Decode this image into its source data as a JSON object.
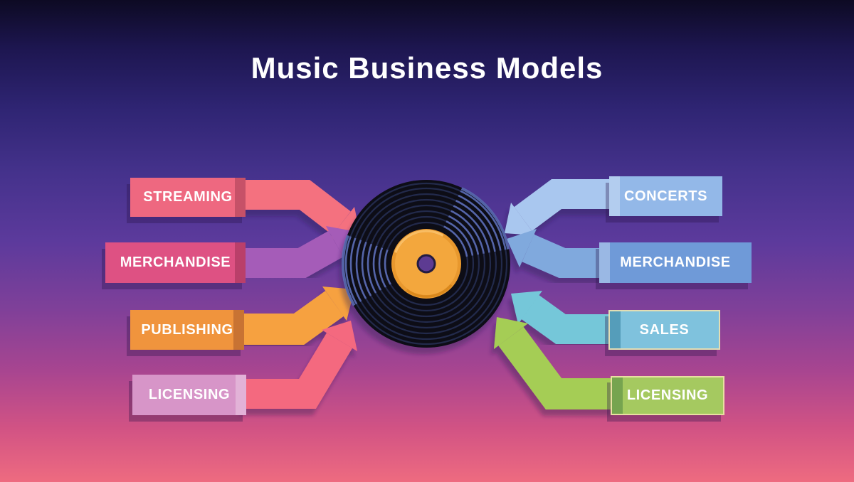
{
  "title": "Music Business Models",
  "background": {
    "gradient_top": "#0d0a23",
    "gradient_middle": "#5c3a9c",
    "gradient_bottom": "#ee6b80"
  },
  "center_graphic": {
    "name": "vinyl-record",
    "disc_color": "#0d0c16",
    "groove_color": "#232a4c",
    "groove_highlight_color": "#5a6cb4",
    "label_rim_color": "#e8982f",
    "label_color": "#f3a73e",
    "hole_color": "#5d3a92"
  },
  "left_items": [
    {
      "label": "STREAMING",
      "box_color": "#ee6880",
      "arrow_color": "#f4717f"
    },
    {
      "label": "MERCHANDISE",
      "box_color": "#de5183",
      "arrow_color": "#a55cb8"
    },
    {
      "label": "PUBLISHING",
      "box_color": "#f0943d",
      "arrow_color": "#f6a13f"
    },
    {
      "label": "LICENSING",
      "box_color": "#d795c8",
      "arrow_color": "#f4697f"
    }
  ],
  "right_items": [
    {
      "label": "CONCERTS",
      "box_color": "#93b8e8",
      "arrow_color": "#a9c7ef"
    },
    {
      "label": "MERCHANDISE",
      "box_color": "#6f9ad8",
      "arrow_color": "#80a9dd"
    },
    {
      "label": "SALES",
      "box_color": "#7fc2dd",
      "arrow_color": "#74c7d9"
    },
    {
      "label": "LICENSING",
      "box_color": "#a5c960",
      "arrow_color": "#a5cd55"
    }
  ]
}
